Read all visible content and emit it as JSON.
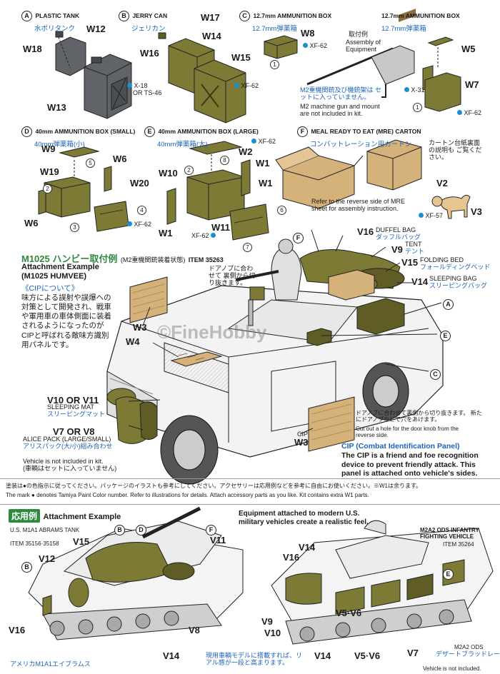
{
  "parts": {
    "A": {
      "letter": "A",
      "en": "PLASTIC TANK",
      "jp": "水ポリタンク"
    },
    "B": {
      "letter": "B",
      "en": "JERRY CAN",
      "jp": "ジェリカン"
    },
    "C1": {
      "letter": "C",
      "en": "12.7mm AMMUNITION BOX",
      "jp": "12.7mm弾薬箱"
    },
    "C2": {
      "en": "12.7mm AMMUNITION BOX",
      "jp": "12.7mm弾薬箱"
    },
    "D": {
      "letter": "D",
      "en": "40mm AMMUNITION BOX (SMALL)",
      "jp": "40mm弾薬箱(小)"
    },
    "E": {
      "letter": "E",
      "en": "40mm AMMUNITION BOX (LARGE)",
      "jp": "40mm弾薬箱(大)"
    },
    "F": {
      "letter": "F",
      "en": "MEAL READY TO EAT (MRE) CARTON",
      "jp": "コンバットレーション用カートン"
    }
  },
  "labels": {
    "w1": "W1",
    "w2": "W2",
    "w3": "W3",
    "w4": "W4",
    "w5": "W5",
    "w6": "W6",
    "w7": "W7",
    "w8": "W8",
    "w9": "W9",
    "w10": "W10",
    "w11": "W11",
    "w12": "W12",
    "w13": "W13",
    "w14": "W14",
    "w15": "W15",
    "w16": "W16",
    "w17": "W17",
    "w18": "W18",
    "w19": "W19",
    "w20": "W20",
    "v2": "V2",
    "v3": "V3",
    "v5v6": "V5·V6",
    "v7": "V7",
    "v8": "V8",
    "v9": "V9",
    "v10": "V10",
    "v11": "V11",
    "v12": "V12",
    "v14": "V14",
    "v15": "V15",
    "v16": "V16",
    "cip": "CIP"
  },
  "paints": {
    "x18": "X-18",
    "ts46": "OR TS-46",
    "xf62": "XF-62",
    "xf57": "XF-57",
    "x31": "X-31"
  },
  "numbers": {
    "n1": "1",
    "n2": "2",
    "n3": "3",
    "n4": "4",
    "n5": "5",
    "n6": "6",
    "n7": "7",
    "n8": "8"
  },
  "ammo_c": {
    "assembly_jp": "取付例",
    "assembly_en": "Assembly of Equipment",
    "note_jp": "M2重機関銃及び機銃架は セットに入っていません。",
    "note_en": "M2 machine gun and mount are not included in kit."
  },
  "mre": {
    "jp_note": "カートン台紙裏面 の説明も ご覧ください。",
    "en_note": "Refer to the reverse side of MRE sheet for assembly instruction."
  },
  "humvee": {
    "title_jp": "M1025 ハンビー取付例",
    "title_sub_jp": "(M2重機関銃装着状態)",
    "item": "ITEM 35263",
    "attach_en": "Attachment Example",
    "model_en": "(M1025 HUMVEE)",
    "cip_jp_head": "《CIPについて》",
    "cip_jp_body": "味方による誤射や誤爆への対策として開発され、戦車や軍用車の車体側面に装着されるようになったのがCIPと呼ばれる敵味方識別用パネルです。",
    "duffel_en": "DUFFEL BAG",
    "duffel_jp": "ダッフルバッグ",
    "tent_en": "TENT",
    "tent_jp": "テント",
    "bed_en": "FOLDING BED",
    "bed_jp": "フォールディングベッド",
    "sleep_en": "SLEEPING BAG",
    "sleep_jp": "スリーピングバッグ",
    "mat_en": "SLEEPING MAT",
    "mat_jp": "スリーピングマット",
    "alice_en": "ALICE PACK (LARGE/SMALL)",
    "alice_jp": "アリスパック(大/小)組み合わせ",
    "v10or": "V10 OR V11",
    "v7or": "V7 OR V8",
    "w3note_jp": "ドアノブに合わせて 裏側から切り抜きます。",
    "cutout_jp": "ドアノブに合わせて裏側から切り抜きます。 新たにドアノブなどで穴をあけます。",
    "cutout_en": "Cut out a hole for the door knob from the reverse side.",
    "cip_en_head": "CIP (Combat Identification Panel)",
    "cip_en_body": "The CIP is a friend and foe recognition device to prevent friendly attack. This panel is attached onto vehicle's sides.",
    "not_incl_en": "Vehicle is not included in kit.",
    "not_incl_jp": "(車輌はセットに入っていません)",
    "watermark": "©FineHobby"
  },
  "footer": {
    "line1": "塗装は●の色指示に従ってください。パッケージのイラストも参考にしてください。アクセサリーは応用例などを参考に自由にお使いください。※W1は余ります。",
    "line2": "The mark ● denotes Tamiya Paint Color number. Refer to illustrations for details. Attach accessory parts as you like. Kit contains extra W1 parts."
  },
  "bottom": {
    "tag_jp": "応用例",
    "attach_en": "Attachment Example",
    "abrams_en": "U.S. M1A1 ABRAMS TANK",
    "abrams_item": "ITEM 35156·35158",
    "abrams_jp": "アメリカM1A1エイブラムス",
    "equip_en": "Equipment attached to modern U.S. military vehicles create a realistic feel.",
    "equip_jp": "現用車輌モデルに搭載すれば、リアル感が一段と高まります。",
    "m2a2_en": "M2A2 ODS INFANTRY FIGHTING VEHICLE",
    "m2a2_item": "ITEM 35264",
    "m2a2_jp_a": "M2A2 ODS",
    "m2a2_jp_b": "デザートブラッドレー",
    "not_incl_en": "Vehicle is not included."
  },
  "colors": {
    "olive": "#7d7a36",
    "olive_dark": "#5f5c25",
    "grey": "#606468",
    "grey_dark": "#44484c",
    "tan": "#d6b27b",
    "blue": "#1a63b8",
    "paint_dot": "#1a8fd6",
    "tag_green": "#2e8a3e"
  }
}
